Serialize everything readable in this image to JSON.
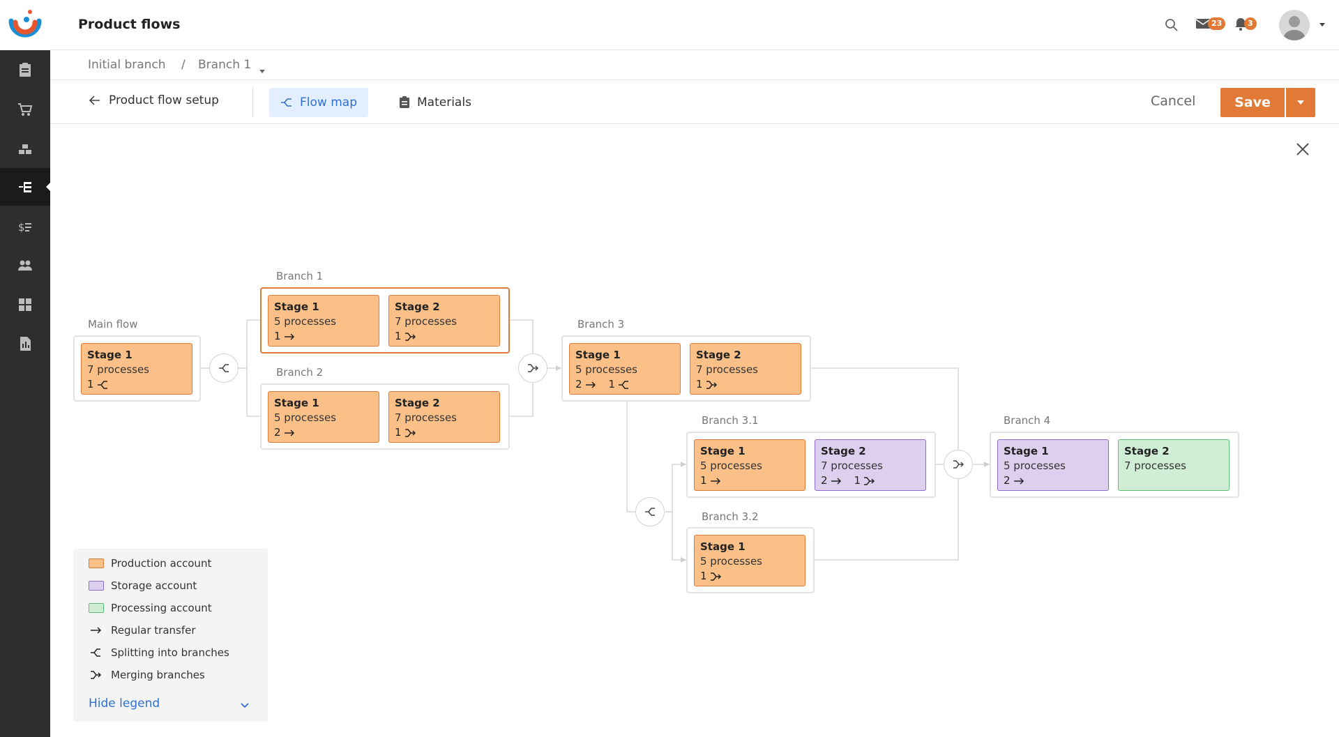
{
  "header": {
    "title": "Product flows",
    "mail_count": "23",
    "notif_count": "3"
  },
  "breadcrumb": {
    "root": "Initial branch",
    "separator": "/",
    "current": "Branch 1"
  },
  "toolbar": {
    "back_label": "Product flow setup",
    "tabs": [
      {
        "label": "Flow map",
        "active": true
      },
      {
        "label": "Materials",
        "active": false
      }
    ],
    "cancel_label": "Cancel",
    "save_label": "Save"
  },
  "flow": {
    "main": {
      "label": "Main flow",
      "stages": [
        {
          "name": "Stage 1",
          "processes": "7 processes",
          "transfers": [
            {
              "count": "1",
              "type": "split"
            }
          ]
        }
      ]
    },
    "branch1": {
      "label": "Branch 1",
      "stages": [
        {
          "name": "Stage 1",
          "processes": "5 processes",
          "transfers": [
            {
              "count": "1",
              "type": "regular"
            }
          ]
        },
        {
          "name": "Stage 2",
          "processes": "7 processes",
          "transfers": [
            {
              "count": "1",
              "type": "merge"
            }
          ]
        }
      ]
    },
    "branch2": {
      "label": "Branch 2",
      "stages": [
        {
          "name": "Stage 1",
          "processes": "5 processes",
          "transfers": [
            {
              "count": "2",
              "type": "regular"
            }
          ]
        },
        {
          "name": "Stage 2",
          "processes": "7 processes",
          "transfers": [
            {
              "count": "1",
              "type": "merge"
            }
          ]
        }
      ]
    },
    "branch3": {
      "label": "Branch 3",
      "stages": [
        {
          "name": "Stage 1",
          "processes": "5 processes",
          "transfers": [
            {
              "count": "2",
              "type": "regular"
            },
            {
              "count": "1",
              "type": "split"
            }
          ]
        },
        {
          "name": "Stage 2",
          "processes": "7 processes",
          "transfers": [
            {
              "count": "1",
              "type": "merge"
            }
          ]
        }
      ]
    },
    "branch31": {
      "label": "Branch 3.1",
      "stages": [
        {
          "name": "Stage 1",
          "processes": "5 processes",
          "transfers": [
            {
              "count": "1",
              "type": "regular"
            }
          ]
        },
        {
          "name": "Stage 2",
          "processes": "7 processes",
          "transfers": [
            {
              "count": "2",
              "type": "regular"
            },
            {
              "count": "1",
              "type": "merge"
            }
          ]
        }
      ]
    },
    "branch32": {
      "label": "Branch 3.2",
      "stages": [
        {
          "name": "Stage 1",
          "processes": "5 processes",
          "transfers": [
            {
              "count": "1",
              "type": "merge"
            }
          ]
        }
      ]
    },
    "branch4": {
      "label": "Branch 4",
      "stages": [
        {
          "name": "Stage 1",
          "processes": "5 processes",
          "transfers": [
            {
              "count": "2",
              "type": "regular"
            }
          ]
        },
        {
          "name": "Stage 2",
          "processes": "7 processes",
          "transfers": []
        }
      ]
    }
  },
  "legend": {
    "items": [
      {
        "label": "Production account"
      },
      {
        "label": "Storage account"
      },
      {
        "label": "Processing account"
      },
      {
        "label": "Regular transfer"
      },
      {
        "label": "Splitting into branches"
      },
      {
        "label": "Merging branches"
      }
    ],
    "hide_label": "Hide legend"
  },
  "colors": {
    "accent": "#e07a36",
    "production": "#fbbf88",
    "storage": "#ddd0ef",
    "processing": "#cfeed5",
    "link": "#2f6fd1"
  }
}
